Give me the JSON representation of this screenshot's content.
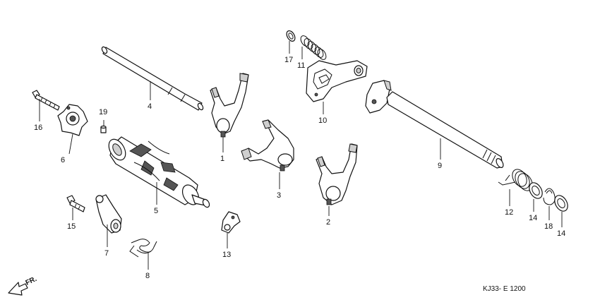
{
  "diagram": {
    "code": "KJ33- E 1200",
    "direction_marker": "FR.",
    "labels": [
      {
        "id": "p1",
        "text": "1"
      },
      {
        "id": "p2",
        "text": "2"
      },
      {
        "id": "p3",
        "text": "3"
      },
      {
        "id": "p4",
        "text": "4"
      },
      {
        "id": "p5",
        "text": "5"
      },
      {
        "id": "p6",
        "text": "6"
      },
      {
        "id": "p7",
        "text": "7"
      },
      {
        "id": "p8",
        "text": "8"
      },
      {
        "id": "p9",
        "text": "9"
      },
      {
        "id": "p10",
        "text": "10"
      },
      {
        "id": "p11",
        "text": "11"
      },
      {
        "id": "p12",
        "text": "12"
      },
      {
        "id": "p13",
        "text": "13"
      },
      {
        "id": "p14a",
        "text": "14"
      },
      {
        "id": "p14b",
        "text": "14"
      },
      {
        "id": "p15",
        "text": "15"
      },
      {
        "id": "p16",
        "text": "16"
      },
      {
        "id": "p17",
        "text": "17"
      },
      {
        "id": "p18",
        "text": "18"
      },
      {
        "id": "p19",
        "text": "19"
      }
    ]
  }
}
